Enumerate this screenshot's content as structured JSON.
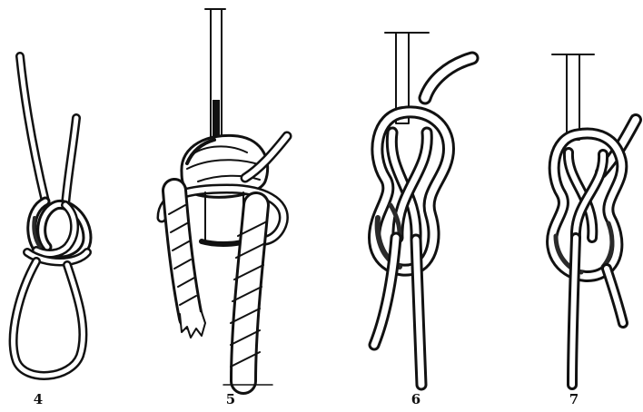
{
  "figures": [
    {
      "number": "4"
    },
    {
      "number": "5"
    },
    {
      "number": "6"
    },
    {
      "number": "7"
    }
  ],
  "colors": {
    "ink": "#111111",
    "paper": "#ffffff",
    "shade": "#2a2a2a"
  }
}
